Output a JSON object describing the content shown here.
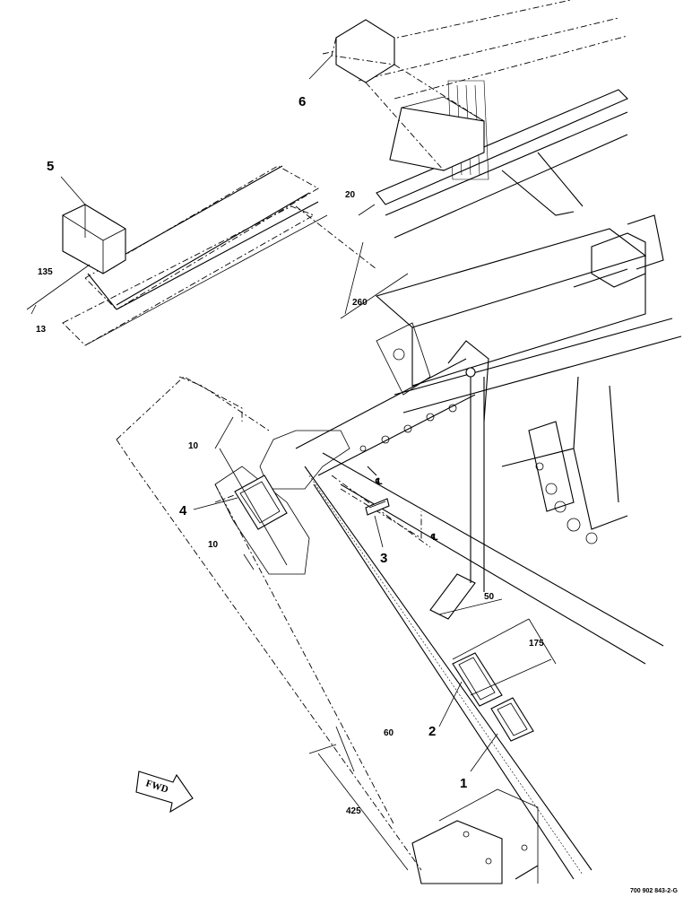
{
  "diagram": {
    "callouts": {
      "c1": "1",
      "c2": "2",
      "c3": "3",
      "c4": "4",
      "c5": "5",
      "c6": "6"
    },
    "dimensions": {
      "d10a": "10",
      "d10b": "10",
      "d13": "13",
      "d20": "20",
      "d50": "50",
      "d60": "60",
      "d135": "135",
      "d175": "175",
      "d260": "260",
      "d425": "425"
    },
    "centerline_marks": [
      "℄",
      "℄"
    ],
    "fwd_label": "FWD",
    "drawing_number": "700 902 843-2-G"
  }
}
